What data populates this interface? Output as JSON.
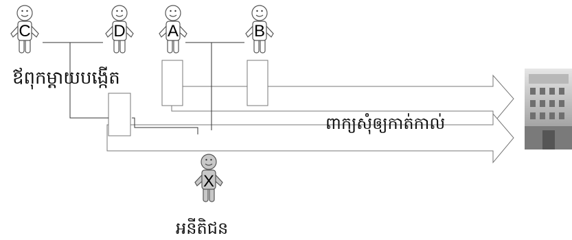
{
  "people": {
    "c": {
      "letter": "C"
    },
    "d": {
      "letter": "D"
    },
    "a": {
      "letter": "A"
    },
    "b": {
      "letter": "B"
    },
    "x": {
      "letter": "X"
    }
  },
  "labels": {
    "parents": "ឪពុកម្តាយបង្កើត",
    "request": "ពាក្យសុំឲ្យកាត់កាល់",
    "child": "អនីតិជន"
  },
  "colors": {
    "figure_normal": "#ffffff",
    "figure_child": "#c8c8c8",
    "stroke": "#555555",
    "line": "#333333"
  },
  "icons": {
    "building": "court-building-photo"
  }
}
